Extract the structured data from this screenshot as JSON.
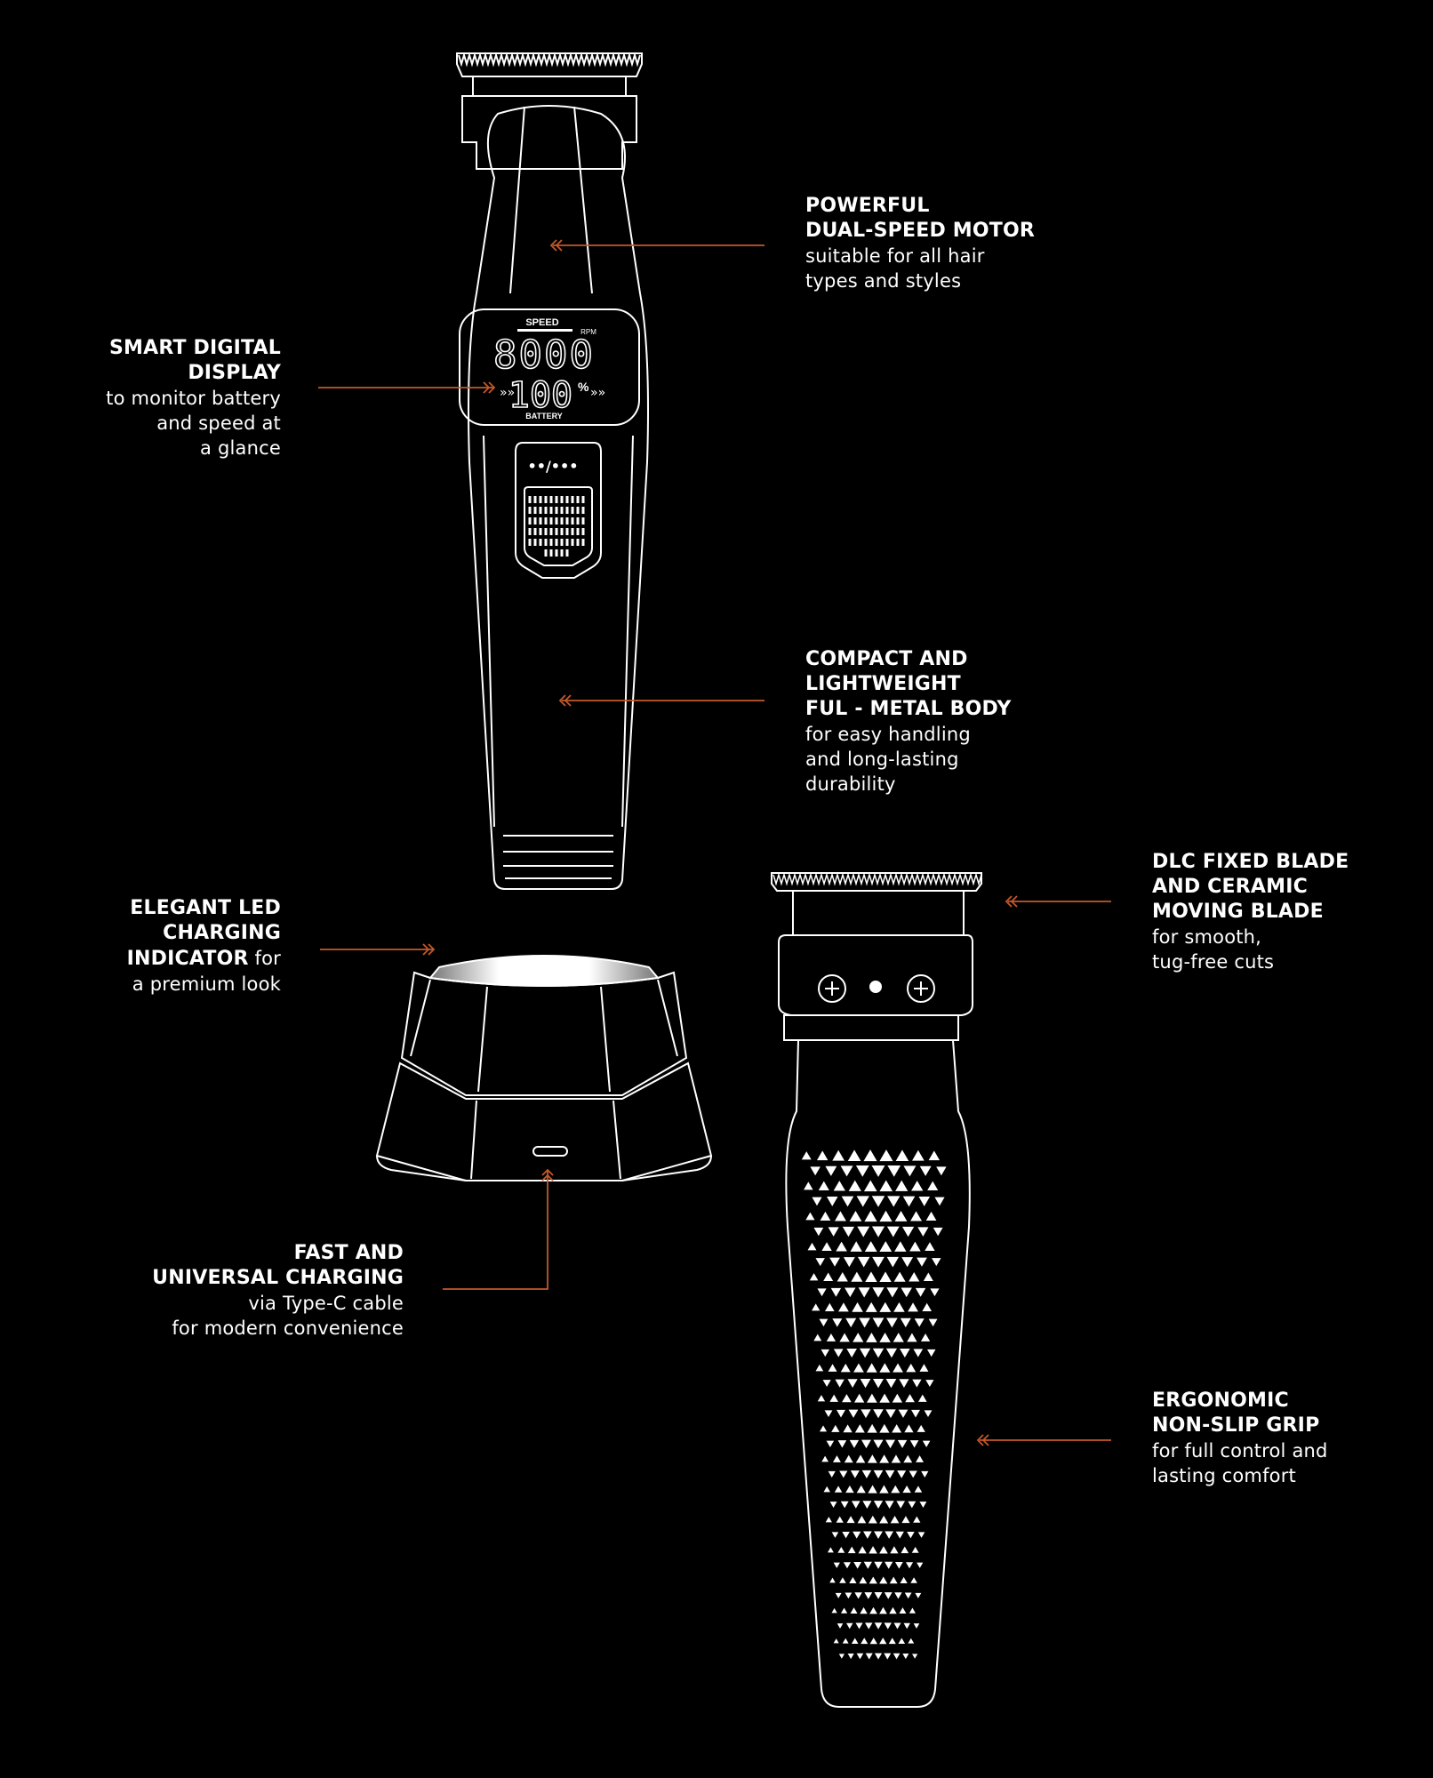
{
  "features": [
    {
      "id": "motor",
      "title": [
        "POWERFUL",
        "DUAL-SPEED MOTOR"
      ],
      "desc": [
        "suitable for all hair",
        "types and styles"
      ]
    },
    {
      "id": "display",
      "title": [
        "SMART DIGITAL",
        "DISPLAY"
      ],
      "desc": [
        "to monitor battery",
        "and speed at",
        "a glance"
      ]
    },
    {
      "id": "body",
      "title": [
        "COMPACT AND",
        "LIGHTWEIGHT",
        "FUL - METAL BODY"
      ],
      "desc": [
        "for easy handling",
        "and long-lasting",
        "durability"
      ]
    },
    {
      "id": "led",
      "title": [
        "ELEGANT LED",
        "CHARGING",
        "INDICATOR"
      ],
      "title_suffix": " for",
      "desc": [
        "a premium look"
      ]
    },
    {
      "id": "blade",
      "title": [
        "DLC FIXED BLADE",
        "AND CERAMIC",
        "MOVING BLADE"
      ],
      "desc": [
        "for smooth,",
        "tug-free cuts"
      ]
    },
    {
      "id": "charging",
      "title": [
        "FAST AND",
        "UNIVERSAL CHARGING"
      ],
      "desc": [
        "via Type-C cable",
        "for modern convenience"
      ]
    },
    {
      "id": "grip",
      "title": [
        "ERGONOMIC",
        "NON-SLIP GRIP"
      ],
      "desc": [
        "for full control and",
        "lasting comfort"
      ]
    }
  ],
  "display_screen": {
    "speed_label": "SPEED",
    "rpm_label": "RPM",
    "speed_value": "8000",
    "battery_value": "100",
    "percent_sign": "%",
    "battery_label": "BATTERY",
    "button_symbol": "••/•••"
  },
  "colors": {
    "background": "#000000",
    "line": "#ffffff",
    "accent": "#c4582a"
  }
}
